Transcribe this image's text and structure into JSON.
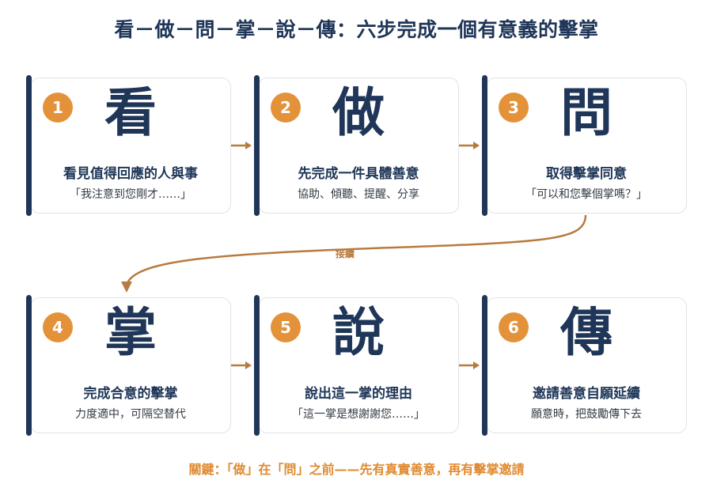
{
  "title": "看－做－問－掌－說－傳：六步完成一個有意義的擊掌",
  "steps": [
    {
      "num": "1",
      "char": "看",
      "head": "看見值得回應的人與事",
      "sub": "「我注意到您剛才……」"
    },
    {
      "num": "2",
      "char": "做",
      "head": "先完成一件具體善意",
      "sub": "協助、傾聽、提醒、分享"
    },
    {
      "num": "3",
      "char": "問",
      "head": "取得擊掌同意",
      "sub": "「可以和您擊個掌嗎？」"
    },
    {
      "num": "4",
      "char": "掌",
      "head": "完成合意的擊掌",
      "sub": "力度適中，可隔空替代"
    },
    {
      "num": "5",
      "char": "說",
      "head": "說出這一掌的理由",
      "sub": "「這一掌是想謝謝您……」"
    },
    {
      "num": "6",
      "char": "傳",
      "head": "邀請善意自願延續",
      "sub": "願意時，把鼓勵傳下去"
    }
  ],
  "connector_label": "接續",
  "footer": "關鍵：「做」在「問」之前——先有真實善意，再有擊掌邀請",
  "colors": {
    "navy": "#1f3658",
    "orange": "#e3923a",
    "arrow": "#b87a3e"
  }
}
